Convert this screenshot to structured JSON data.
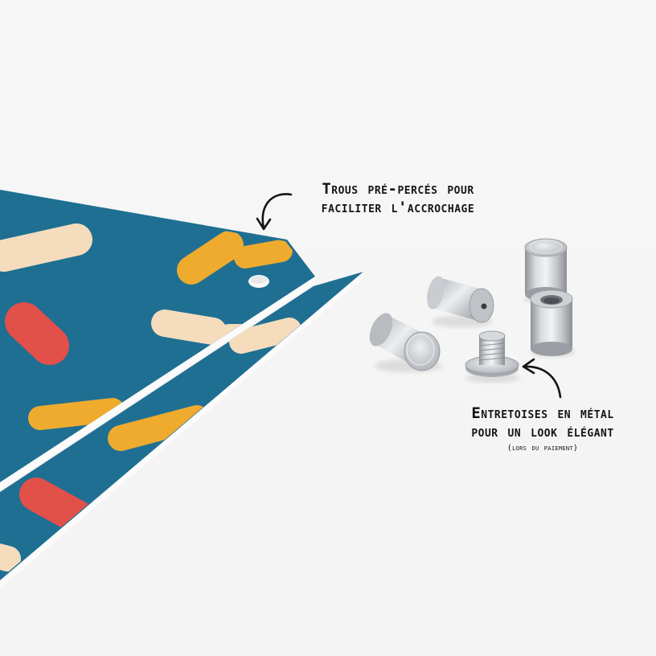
{
  "annotations": {
    "holes": {
      "line1": "Trous pré-percés pour",
      "line2": "faciliter l'accrochage"
    },
    "spacers": {
      "line1": "Entretoises en métal",
      "line2": "pour un look élégant",
      "note": "(lors du paiement)"
    }
  },
  "colors": {
    "panel_blue": "#1f6f93",
    "panel_blue_dark": "#185a78",
    "edge_white": "#fbfbfb",
    "shape_cream": "#f4dcbd",
    "shape_orange": "#eeab2e",
    "shape_red": "#e2504a",
    "metal_light": "#e2e4e6",
    "metal_dark": "#9ea2a7",
    "text": "#151515"
  },
  "icons": [
    "curved-arrow-down-icon",
    "curved-arrow-left-icon"
  ]
}
